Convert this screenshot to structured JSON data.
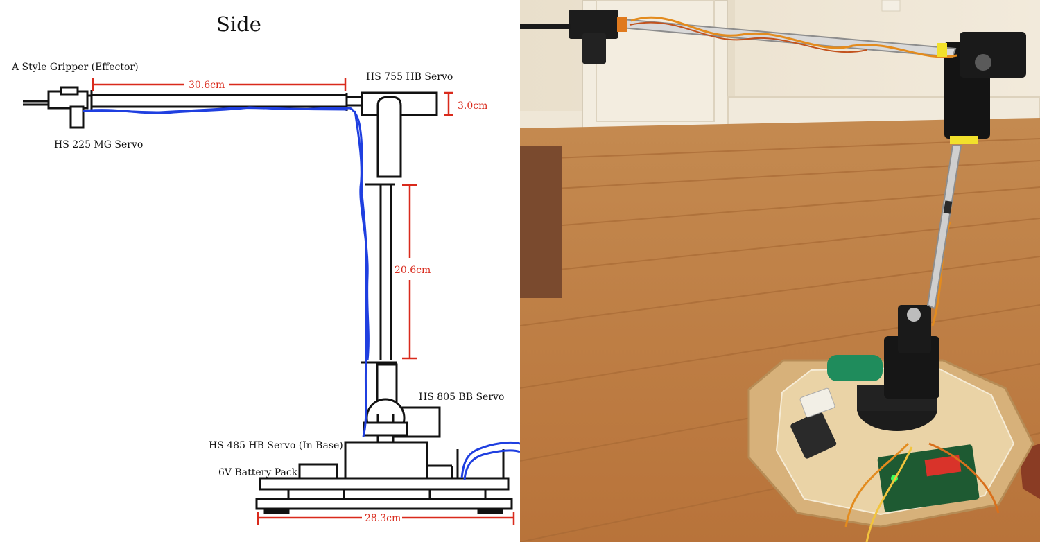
{
  "diagram": {
    "title": "Side",
    "labels": {
      "gripper": "A Style Gripper (Effector)",
      "wrist_servo": "HS 225 MG Servo",
      "elbow_servo": "HS 755 HB Servo",
      "shoulder_servo": "HS 805 BB Servo",
      "base_servo": "HS 485 HB Servo (In Base)",
      "battery": "6V Battery Pack"
    },
    "dimensions": {
      "forearm": "30.6cm",
      "elbow_block": "3.0cm",
      "upper_arm": "20.6cm",
      "base_width": "28.3cm"
    },
    "colors": {
      "line": "#111111",
      "dimension": "#d92a1c",
      "wire": "#1f3fe0"
    }
  },
  "photo": {
    "subject": "robot-arm-photo",
    "colors": {
      "wall": "#efe6d3",
      "floor": "#c98a4e",
      "base_board": "#e2c79a"
    }
  }
}
